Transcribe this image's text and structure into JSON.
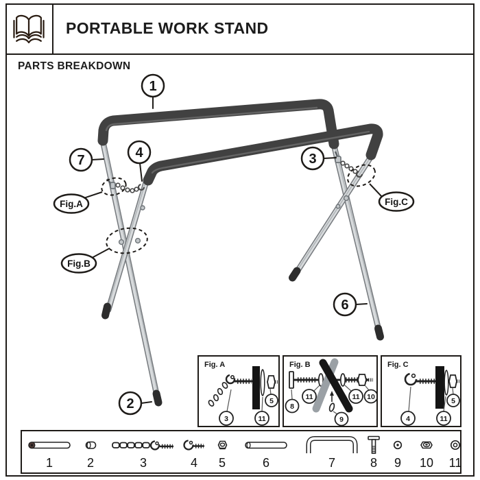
{
  "header": {
    "title": "PORTABLE WORK STAND",
    "icon": "manual-book-icon"
  },
  "section": {
    "heading": "PARTS BREAKDOWN"
  },
  "diagram": {
    "callouts": [
      {
        "id": "1"
      },
      {
        "id": "2"
      },
      {
        "id": "3"
      },
      {
        "id": "4"
      },
      {
        "id": "6"
      },
      {
        "id": "7"
      }
    ],
    "fig_labels": [
      {
        "label": "Fig.A"
      },
      {
        "label": "Fig.B"
      },
      {
        "label": "Fig.C"
      }
    ]
  },
  "figures": [
    {
      "title": "Fig. A",
      "callouts": [
        "3",
        "11",
        "5"
      ]
    },
    {
      "title": "Fig. B",
      "callouts": [
        "8",
        "11",
        "9",
        "11",
        "10"
      ]
    },
    {
      "title": "Fig. C",
      "callouts": [
        "4",
        "11",
        "5"
      ]
    }
  ],
  "parts_strip": {
    "items": [
      {
        "number": "1",
        "icon": "long-tube-capped-icon"
      },
      {
        "number": "2",
        "icon": "end-sleeve-icon"
      },
      {
        "number": "3",
        "icon": "chain-with-hook-bolt-icon"
      },
      {
        "number": "4",
        "icon": "hook-bolt-icon"
      },
      {
        "number": "5",
        "icon": "flange-nut-icon"
      },
      {
        "number": "6",
        "icon": "long-tube-icon"
      },
      {
        "number": "7",
        "icon": "u-shaped-bar-icon"
      },
      {
        "number": "8",
        "icon": "long-bolt-icon"
      },
      {
        "number": "9",
        "icon": "small-washer-icon"
      },
      {
        "number": "10",
        "icon": "lock-nut-icon"
      },
      {
        "number": "11",
        "icon": "flat-washer-icon"
      }
    ]
  },
  "colors": {
    "line": "#1e1b18",
    "rail": "#414141",
    "leg_outer": "#75797d",
    "leg_inner": "#d7dadc",
    "foot": "#2d2d2d",
    "paper": "#ffffff"
  }
}
